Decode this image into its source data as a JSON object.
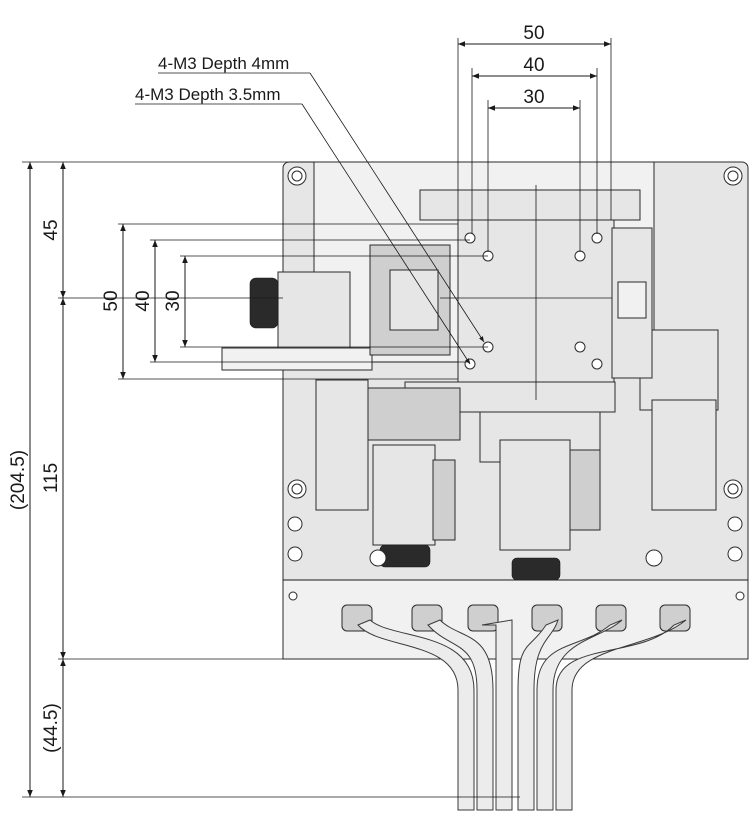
{
  "top_dimensions": [
    "50",
    "40",
    "30"
  ],
  "left_dimensions": [
    "50",
    "40",
    "30"
  ],
  "overall_dimensions": {
    "total": "(204.5)",
    "upper": "45",
    "middle": "115",
    "lower": "(44.5)"
  },
  "callouts": {
    "depth_4": "4-M3 Depth 4mm",
    "depth_3_5": "4-M3 Depth 3.5mm"
  }
}
